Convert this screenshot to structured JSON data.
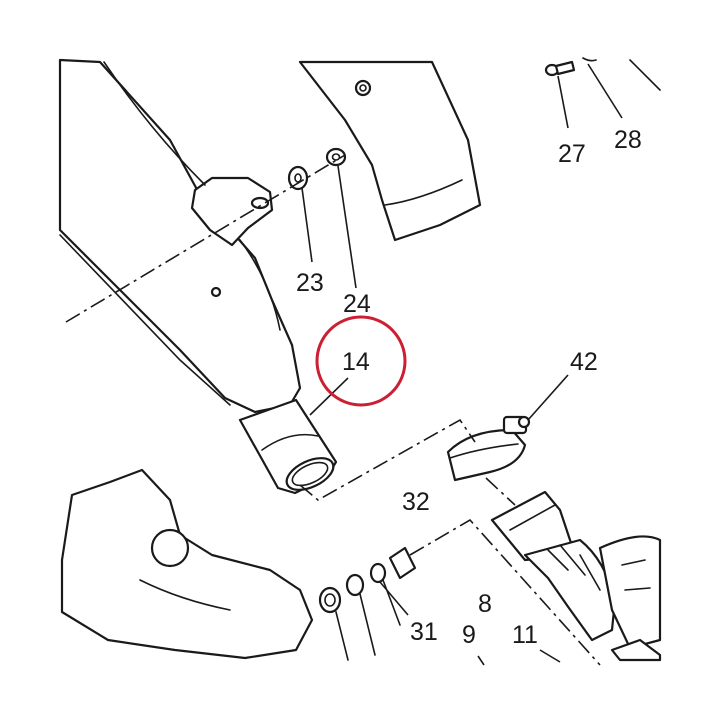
{
  "highlight_color": "#cc1f33",
  "callouts": {
    "c14": "14",
    "c23": "23",
    "c24": "24",
    "c27": "27",
    "c28": "28",
    "c42": "42",
    "c32": "32",
    "c31": "31",
    "c8": "8",
    "c9": "9",
    "c11": "11"
  }
}
